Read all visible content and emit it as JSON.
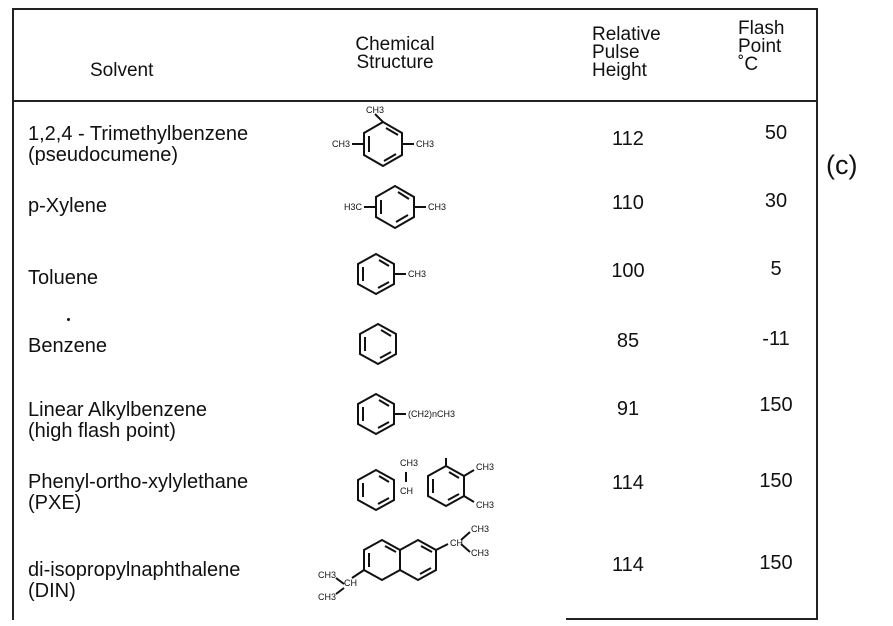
{
  "headers": {
    "solvent": "Solvent",
    "structure_line1": "Chemical",
    "structure_line2": "Structure",
    "pulse_line1": "Relative",
    "pulse_line2": "Pulse",
    "pulse_line3": "Height",
    "flash_line1": "Flash",
    "flash_line2": "Point",
    "flash_line3": "˚C"
  },
  "rows": [
    {
      "name_line1": "1,2,4 - Trimethylbenzene",
      "name_line2": "(pseudocumene)",
      "pulse": "112",
      "flash": "50",
      "labels": {
        "top": "CH3",
        "left": "CH3",
        "right": "CH3"
      }
    },
    {
      "name_line1": "p-Xylene",
      "name_line2": "",
      "pulse": "110",
      "flash": "30",
      "labels": {
        "left": "H3C",
        "right": "CH3"
      }
    },
    {
      "name_line1": "Toluene",
      "name_line2": "",
      "pulse": "100",
      "flash": "5",
      "labels": {
        "right": "CH3"
      }
    },
    {
      "name_line1": "Benzene",
      "name_line2": "",
      "pulse": "85",
      "flash": "-11",
      "labels": {}
    },
    {
      "name_line1": "Linear Alkylbenzene",
      "name_line2": "(high flash point)",
      "pulse": "91",
      "flash": "150",
      "labels": {
        "right": "(CH2)nCH3"
      }
    },
    {
      "name_line1": "Phenyl-ortho-xylylethane",
      "name_line2": "(PXE)",
      "pulse": "114",
      "flash": "150",
      "labels": {
        "ch3": "CH3",
        "ch": "CH",
        "r1": "CH3",
        "r2": "CH3"
      }
    },
    {
      "name_line1": "di-isopropylnaphthalene",
      "name_line2": "(DIN)",
      "pulse": "114",
      "flash": "150",
      "labels": {
        "ur_ch": "CH",
        "ur1": "CH3",
        "ur2": "CH3",
        "ll_ch": "CH",
        "ll1": "CH3",
        "ll2": "CH3"
      }
    }
  ],
  "side_label": "(c)"
}
